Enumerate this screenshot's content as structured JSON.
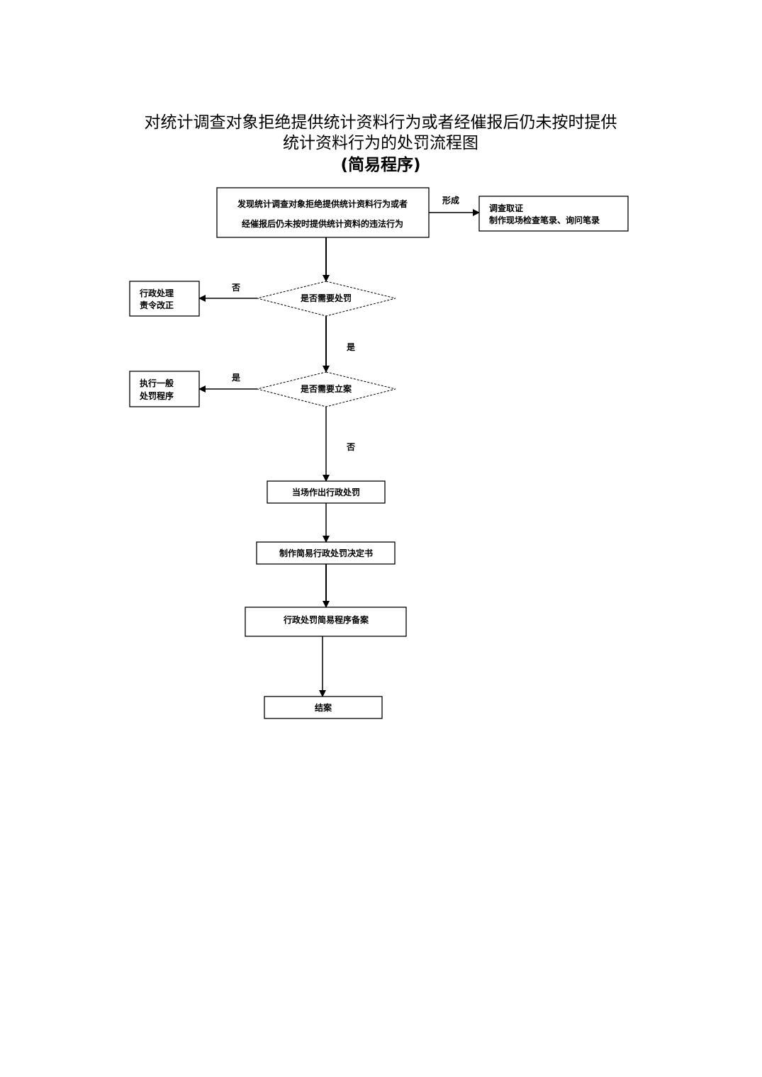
{
  "title": {
    "line1": "对统计调查对象拒绝提供统计资料行为或者经催报后仍未按时提供",
    "line2": "统计资料行为的处罚流程图",
    "line3": "(简易程序)"
  },
  "nodes": {
    "start": {
      "line1": "发现统计调查对象拒绝提供统计资料行为或者",
      "line2": "经催报后仍未按时提供统计资料的违法行为"
    },
    "evidence": {
      "line1": "调查取证",
      "line2": "制作现场检查笔录、询问笔录"
    },
    "decision_penalty": "是否需要处罚",
    "admin_handling": {
      "line1": "行政处理",
      "line2": "责令改正"
    },
    "decision_case": "是否需要立案",
    "general_procedure": {
      "line1": "执行一般",
      "line2": "处罚程序"
    },
    "onsite_penalty": "当场作出行政处罚",
    "make_decision": "制作简易行政处罚决定书",
    "filing": "行政处罚简易程序备案",
    "close_case": "结案"
  },
  "edges": {
    "form": "形成",
    "no1": "否",
    "yes1": "是",
    "yes2": "是",
    "no2": "否"
  }
}
